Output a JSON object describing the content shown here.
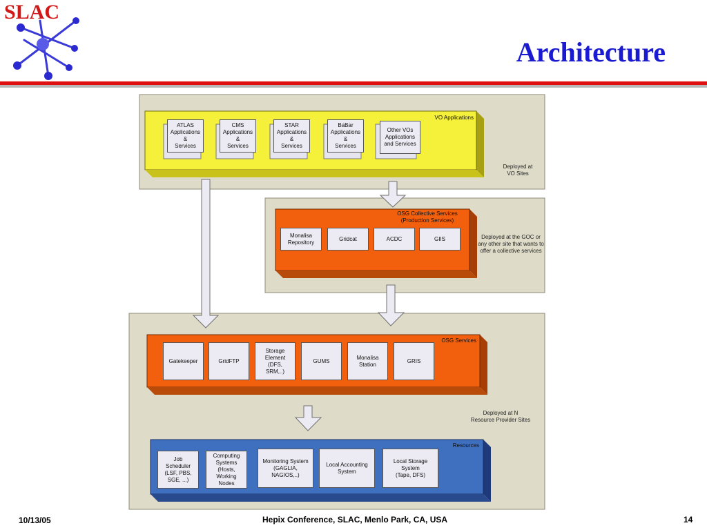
{
  "header": {
    "logo_text": "SLAC",
    "title": "Architecture"
  },
  "footer": {
    "date": "10/13/05",
    "conference": "Hepix Conference, SLAC, Menlo Park, CA, USA",
    "page": "14"
  },
  "colors": {
    "title_blue": "#1a1ad0",
    "rule_red": "#e01010",
    "vo_yellow": "#f5f03a",
    "osg_orange": "#f2600e",
    "resources_blue": "#3f6fbf",
    "panel_gray": "#dedcc8"
  },
  "diagram": {
    "vo_applications": {
      "label": "VO Applications",
      "deployed_note": [
        "Deployed at",
        "VO Sites"
      ],
      "items": [
        [
          "ATLAS",
          "Applications",
          "&",
          "Services"
        ],
        [
          "CMS",
          "Applications",
          "&",
          "Services"
        ],
        [
          "STAR",
          "Applications",
          "&",
          "Services"
        ],
        [
          "BaBar",
          "Applications",
          "&",
          "Services"
        ],
        [
          "Other VOs",
          "Applications",
          "and Services"
        ]
      ]
    },
    "collective_services": {
      "label": [
        "OSG Collective Services",
        "(Production Services)"
      ],
      "deployed_note": [
        "Deployed at the GOC or",
        "any other site that wants to",
        "offer a collective services"
      ],
      "items": [
        [
          "Monalisa",
          "Repository"
        ],
        [
          "Gridcat"
        ],
        [
          "ACDC"
        ],
        [
          "GIIS"
        ]
      ]
    },
    "osg_services": {
      "label": "OSG Services",
      "deployed_note": [
        "Deployed at N",
        "Resource Provider Sites"
      ],
      "items": [
        [
          "Gatekeeper"
        ],
        [
          "GridFTP"
        ],
        [
          "Storage",
          "Element",
          "(DFS,",
          "SRM,..)"
        ],
        [
          "GUMS"
        ],
        [
          "Monalisa",
          "Station"
        ],
        [
          "GRIS"
        ]
      ]
    },
    "resources": {
      "label": "Resources",
      "items": [
        [
          "Job",
          "Scheduler",
          "(LSF, PBS,",
          "SGE, ...)"
        ],
        [
          "Computing",
          "Systems",
          "(Hosts,",
          "Working",
          "Nodes"
        ],
        [
          "Monitoring System",
          "(GAGLIA,",
          "NAGIOS,..)"
        ],
        [
          "Local Accounting",
          "System"
        ],
        [
          "Local Storage",
          "System",
          "(Tape, DFS)"
        ]
      ]
    }
  }
}
